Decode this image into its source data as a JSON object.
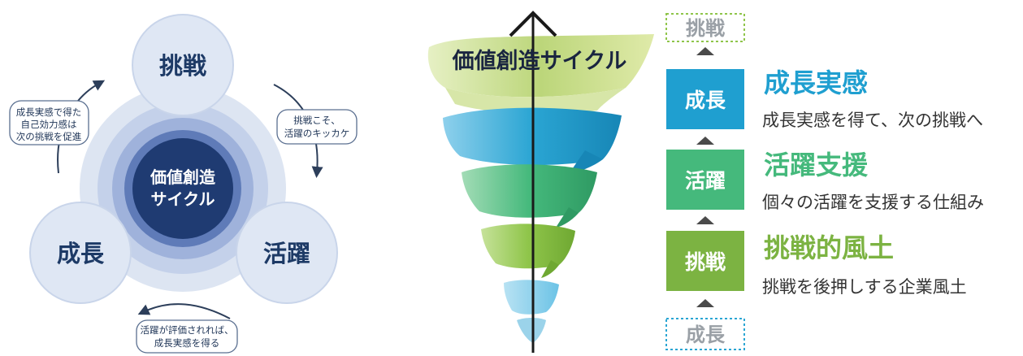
{
  "cycle": {
    "hub_line1": "価値創造",
    "hub_line2": "サイクル",
    "nodes": {
      "top": "挑戦",
      "left": "成長",
      "right": "活躍"
    },
    "bubbles": {
      "left": [
        "成長実感で得た",
        "自己効力感は",
        "次の挑戦を促進"
      ],
      "right": [
        "挑戦こそ、",
        "活躍のキッカケ"
      ],
      "bottom": [
        "活躍が評価されれば、",
        "成長実感を得る"
      ]
    }
  },
  "funnel": {
    "title": "価値創造サイクル"
  },
  "steps": {
    "top_dashed": "挑戦",
    "bottom_dashed": "成長",
    "items": [
      {
        "label": "成長",
        "heading": "成長実感",
        "desc": "成長実感を得て、次の挑戦へ",
        "color": "#1f9fd0"
      },
      {
        "label": "活躍",
        "heading": "活躍支援",
        "desc": "個々の活躍を支援する仕組み",
        "color": "#45b97c"
      },
      {
        "label": "挑戦",
        "heading": "挑戦的風土",
        "desc": "挑戦を後押しする企業風土",
        "color": "#7cb342"
      }
    ]
  },
  "colors": {
    "navy": "#1d3a66",
    "ring_outer": "#dde5f2",
    "ring_mid": "#b3c3e2",
    "ring_inner": "#7f98cc",
    "hub": "#1f3b72",
    "node_fill": "#dfe7f4",
    "funnel_blue": "#2aa5d3",
    "funnel_green": "#4dbf7a",
    "funnel_lime": "#8fc54a",
    "funnel_top": "#c8de8e"
  }
}
